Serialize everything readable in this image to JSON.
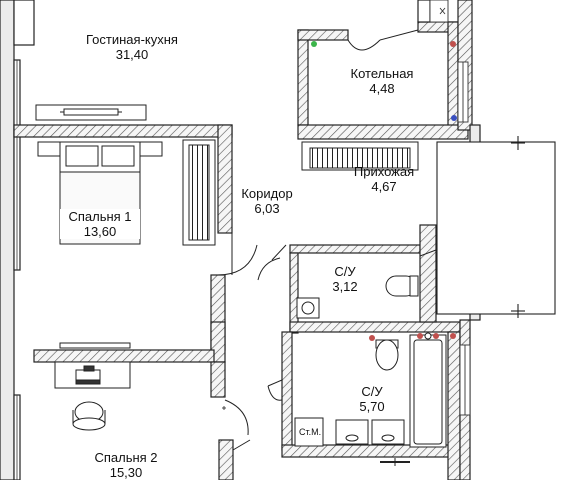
{
  "rooms": [
    {
      "id": "living",
      "name": "Гостиная-кухня",
      "area": "31,40"
    },
    {
      "id": "boiler",
      "name": "Котельная",
      "area": "4,48"
    },
    {
      "id": "hall",
      "name": "Прихожая",
      "area": "4,67"
    },
    {
      "id": "corridor",
      "name": "Коридор",
      "area": "6,03"
    },
    {
      "id": "bedroom1",
      "name": "Спальня 1",
      "area": "13,60"
    },
    {
      "id": "bath1",
      "name": "С/У",
      "area": "3,12"
    },
    {
      "id": "bath2",
      "name": "С/У",
      "area": "5,70"
    },
    {
      "id": "bedroom2",
      "name": "Спальня 2",
      "area": "15,30"
    }
  ],
  "fixtures": {
    "washing_machine_label": "Ст.М."
  },
  "colors": {
    "wall_fill": "#f4f4f4",
    "wall_stroke": "#222222",
    "hatch": "#555555",
    "marker_green": "#3cb54a",
    "marker_red": "#c0504d",
    "marker_blue": "#3a4fc0"
  }
}
